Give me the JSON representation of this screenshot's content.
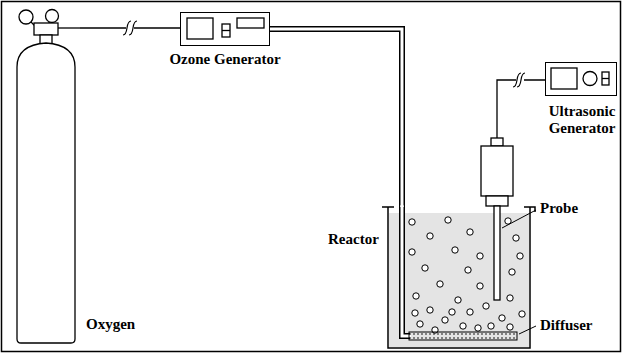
{
  "diagram": {
    "nodes": [
      {
        "text": [
          "Oxygen"
        ]
      },
      {
        "text": [
          "Ozone Generator"
        ]
      },
      {
        "text": [
          "Ultrasonic Generator"
        ]
      },
      {
        "text": [
          "Reactor"
        ]
      }
    ],
    "edges": [
      {
        "from": 0,
        "to": 1,
        "arrow": "none"
      },
      {
        "from": 1,
        "to": 3,
        "arrow": "none"
      }
    ],
    "labels": [
      "Probe",
      "Diffuser"
    ]
  }
}
